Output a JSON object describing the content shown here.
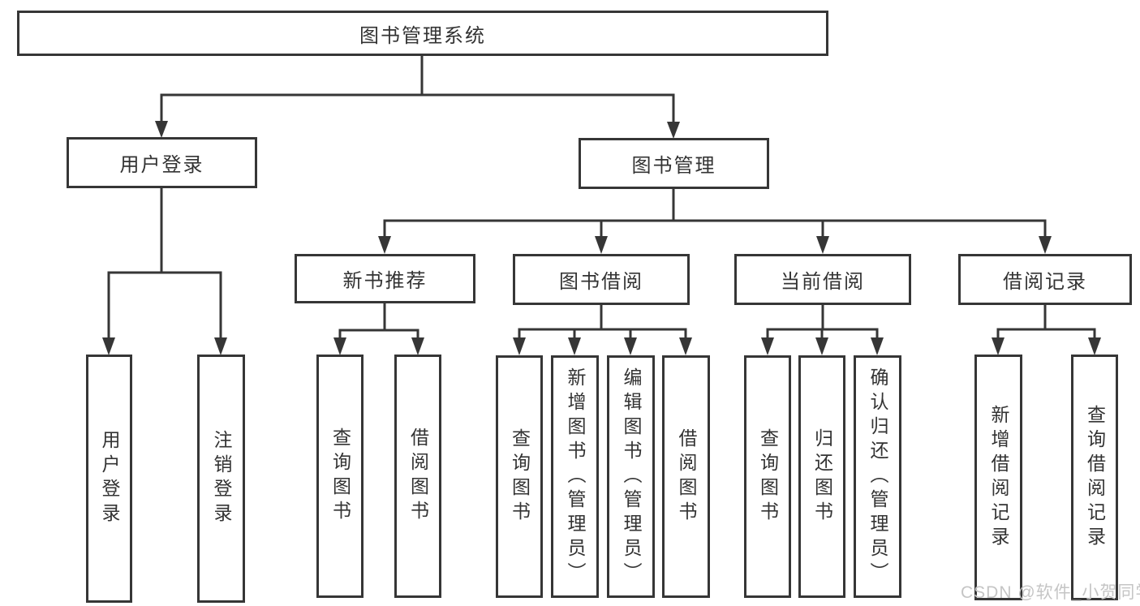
{
  "nodes": {
    "root": "图书管理系统",
    "user_login": "用户登录",
    "book_mgmt": "图书管理",
    "user_login_leaf": "用户登录",
    "logout_leaf": "注销登录",
    "new_book_rec": "新书推荐",
    "book_borrow": "图书借阅",
    "current_borrow": "当前借阅",
    "borrow_records": "借阅记录",
    "nb_query_books": "查询图书",
    "nb_borrow_books": "借阅图书",
    "bb_query_books": "查询图书",
    "bb_add_books": "新增图书（管理员）",
    "bb_edit_books": "编辑图书（管理员）",
    "bb_borrow_books": "借阅图书",
    "cb_query_books": "查询图书",
    "cb_return_books": "归还图书",
    "cb_confirm_return": "确认归还（管理员）",
    "br_add_record": "新增借阅记录",
    "br_query_record": "查询借阅记录"
  },
  "watermark": "CSDN @软件_小贺同学",
  "colors": {
    "line": "#363636",
    "box_border": "#363636",
    "text": "#333333",
    "watermark": "#c5c5c5",
    "background": "#ffffff"
  }
}
